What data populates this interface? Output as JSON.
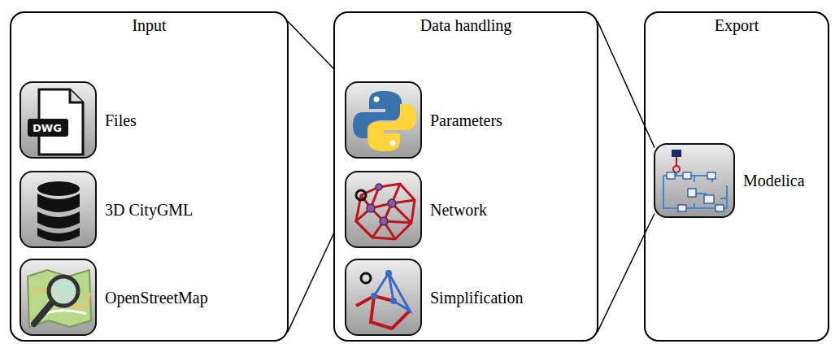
{
  "diagram": {
    "nodes": [
      {
        "text": [
          "Input"
        ]
      },
      {
        "text": [
          "Files"
        ],
        "in": 0
      },
      {
        "text": [
          "3D CityGML"
        ],
        "in": 0
      },
      {
        "text": [
          "OpenStreetMap"
        ],
        "in": 0
      },
      {
        "text": [
          "Data handling"
        ]
      },
      {
        "text": [
          "Parameters"
        ],
        "in": 4
      },
      {
        "text": [
          "Network"
        ],
        "in": 4
      },
      {
        "text": [
          "Simplification"
        ],
        "in": 4
      },
      {
        "text": [
          "Export"
        ]
      },
      {
        "text": [
          "Modelica"
        ],
        "in": 8
      }
    ],
    "edges": [
      {
        "from": 0,
        "to": 4,
        "arrow": "none"
      },
      {
        "from": 0,
        "to": 4,
        "arrow": "none"
      },
      {
        "from": 4,
        "to": 9,
        "arrow": "none"
      },
      {
        "from": 4,
        "to": 9,
        "arrow": "none"
      }
    ],
    "labels": [
      "DWG"
    ]
  }
}
